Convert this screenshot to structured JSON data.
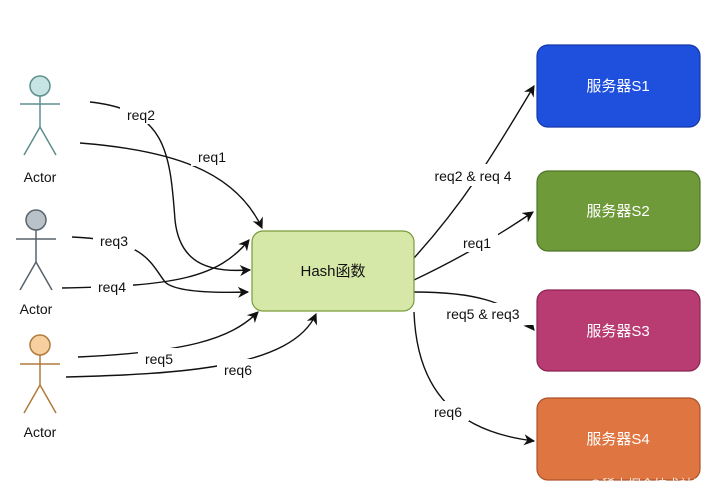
{
  "actors": [
    {
      "id": "actor-1",
      "label": "Actor",
      "color": "#c7e4e4"
    },
    {
      "id": "actor-2",
      "label": "Actor",
      "color": "#b9c2c9"
    },
    {
      "id": "actor-3",
      "label": "Actor",
      "color": "#f6cfa0"
    }
  ],
  "hash": {
    "label": "Hash函数",
    "fill": "#d6e8a8",
    "stroke": "#7a9a3a"
  },
  "servers": [
    {
      "id": "server-s1",
      "label": "服务器S1",
      "fill": "#1f4fdd",
      "stroke": "#1438a8"
    },
    {
      "id": "server-s2",
      "label": "服务器S2",
      "fill": "#6e9a3a",
      "stroke": "#4f7426"
    },
    {
      "id": "server-s3",
      "label": "服务器S3",
      "fill": "#b83b72",
      "stroke": "#8a2453"
    },
    {
      "id": "server-s4",
      "label": "服务器S4",
      "fill": "#df7540",
      "stroke": "#ad532a"
    }
  ],
  "requests": {
    "req1": "req1",
    "req2": "req2",
    "req3": "req3",
    "req4": "req4",
    "req5": "req5",
    "req6": "req6"
  },
  "routes": {
    "s1": "req2 & req 4",
    "s2": "req1",
    "s3": "req5 & req3",
    "s4": "req6"
  },
  "watermark": "@稀土掘金技术社区"
}
